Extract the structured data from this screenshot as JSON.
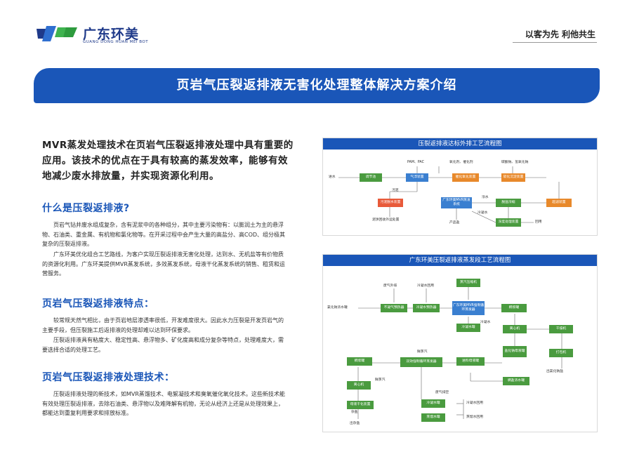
{
  "header": {
    "brand_cn": "广东环美",
    "brand_en": "GUANG DONG HUAN MEI BOT",
    "slogan": "以客为先 利他共生"
  },
  "banner": {
    "title": "页岩气压裂返排液无害化处理整体解决方案介绍"
  },
  "intro": {
    "lead": "MVR蒸发处理技术在页岩气压裂返排液处理中具有重要的应用。该技术的优点在于具有较高的蒸发效率，能够有效地减少废水排放量，并实现资源化利用。"
  },
  "sections": [
    {
      "heading": "什么是压裂返排液?",
      "paragraphs": [
        "页岩气钻井废水组成复杂，含有泥浆中的各种组分，其中主要污染物有：以膨润土为主的悬浮物、石油类、重金属、有机物和氯化物等。在开采过程中会产生大量的高盐分、高COD、组分极其复杂的压裂返排液。",
        "广东环美优化组合工艺路线，为客户实现压裂返排液无害化处理，达到水、无机盐等有价物质的资源化利用。广东环美提供MVR蒸发系统，多效蒸发系统，母液干化蒸发系统的销售、租赁和运营服务。"
      ]
    },
    {
      "heading": "页岩气压裂返排液特点：",
      "paragraphs": [
        "较常规天然气相比，由于页岩地层渗透率很低，开发难度很大。因此水力压裂是开发页岩气的主要手段，但压裂施工后返排液的处理却难以达到环保要求。",
        "压裂返排液具有粘度大、稳定性高、悬浮物多、矿化度高和成分复杂等特点，处理难度大，需要选择合适的处理工艺。"
      ]
    },
    {
      "heading": "页岩气压裂返排液处理技术：",
      "paragraphs": [
        "压裂返排液处理的新技术，如MVR蒸馏技术、电絮凝技术和臭氧催化氧化技术。这些新技术能有效处理压裂返排液，去除石油类、悬浮物以及难降解有机物，无论从经济上还是从处理效果上，都能达到重复利用要求和排放标准。"
      ]
    }
  ],
  "flow1": {
    "title": "压裂返排液达标外排工艺流程图",
    "nodes": [
      "调节池",
      "气浮装置",
      "催化氧化装置",
      "软化沉淀装置",
      "超滤装置",
      "深度处理装置",
      "脱盐浓缩",
      "广东环美MVR蒸发系统",
      "污泥脱水装置"
    ],
    "labels": [
      "进水",
      "PAM、PAC",
      "氧化剂、催化剂",
      "碳酸钠、氢氧化钠",
      "污泥",
      "浓水",
      "冷凝水",
      "产品盐",
      "泥饼回收外运处置",
      "回用"
    ]
  },
  "flow2": {
    "title": "广东环美压裂返排液蒸发段工艺流程图",
    "nodes": [
      "蒸汽压缩机",
      "不凝气预热器",
      "冷凝水预热器",
      "广东环美MVR强制循环蒸发器",
      "稠浆罐",
      "离心机",
      "干燥机",
      "打包机",
      "盐化钠母液罐",
      "进料母液罐",
      "稠盐浓水罐",
      "双效强制循环蒸发器",
      "稠浆罐",
      "离心机",
      "母液干化装置",
      "冷凝水罐",
      "蒸馏水罐",
      "冷凝水罐"
    ],
    "labels": [
      "废气外排",
      "冷凝水回用",
      "氯化钠浓水罐",
      "出氯化钠盐",
      "鲜蒸汽",
      "鲜蒸汽",
      "废气排空",
      "冷凝水回用",
      "蒸馏水回用",
      "杂盐",
      "出杂盐",
      "冷凝水"
    ]
  }
}
